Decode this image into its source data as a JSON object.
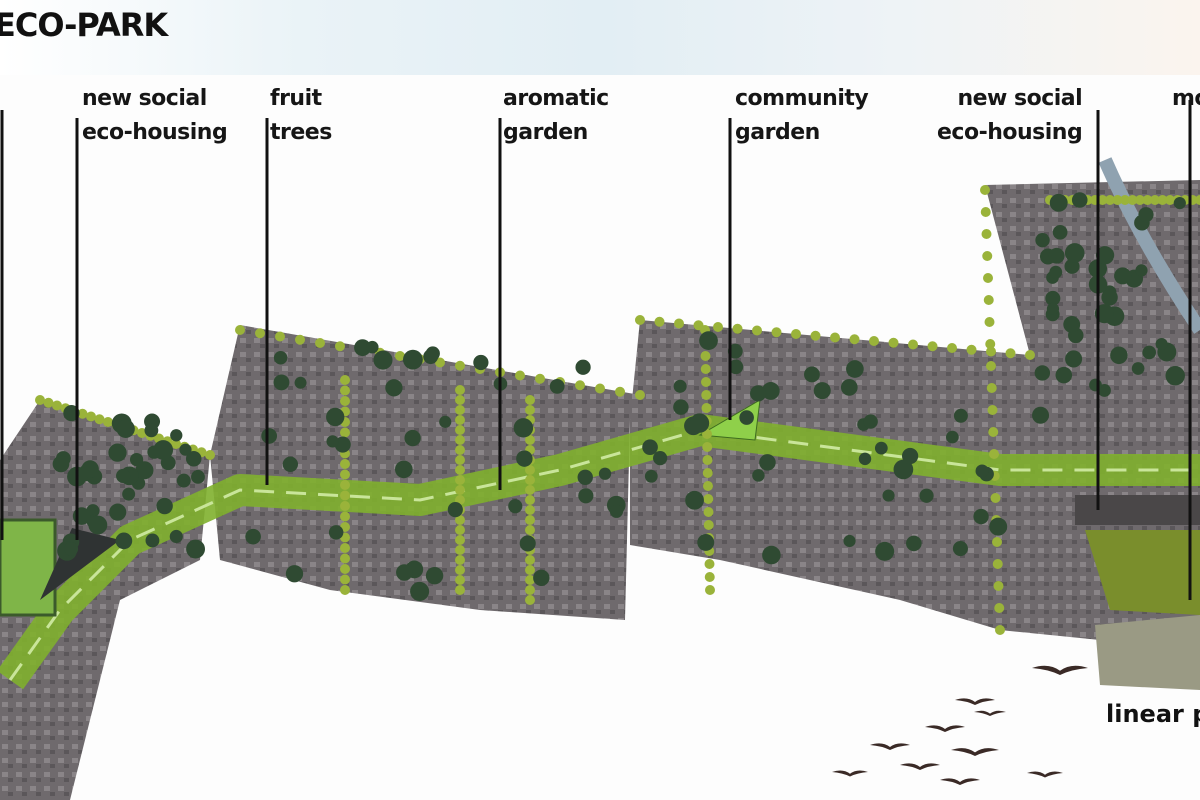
{
  "title": "ECO-PARK",
  "labels": [
    {
      "id": "new-social-eco-housing-left",
      "text": "new social\neco-housing"
    },
    {
      "id": "fruit-trees",
      "text": "fruit\ntrees"
    },
    {
      "id": "aromatic-garden",
      "text": "aromatic\ngarden"
    },
    {
      "id": "community-garden",
      "text": "community\ngarden"
    },
    {
      "id": "new-social-eco-housing-right",
      "text": "new social\neco-housing"
    },
    {
      "id": "cut-off-right",
      "text": "mo"
    }
  ],
  "bottom_label": "linear p",
  "colors": {
    "urban": "#6e6a6c",
    "green": "#7fb02e",
    "tree": "#2f4a32",
    "hedge": "#9ab33a",
    "water": "#8fa2b0"
  }
}
